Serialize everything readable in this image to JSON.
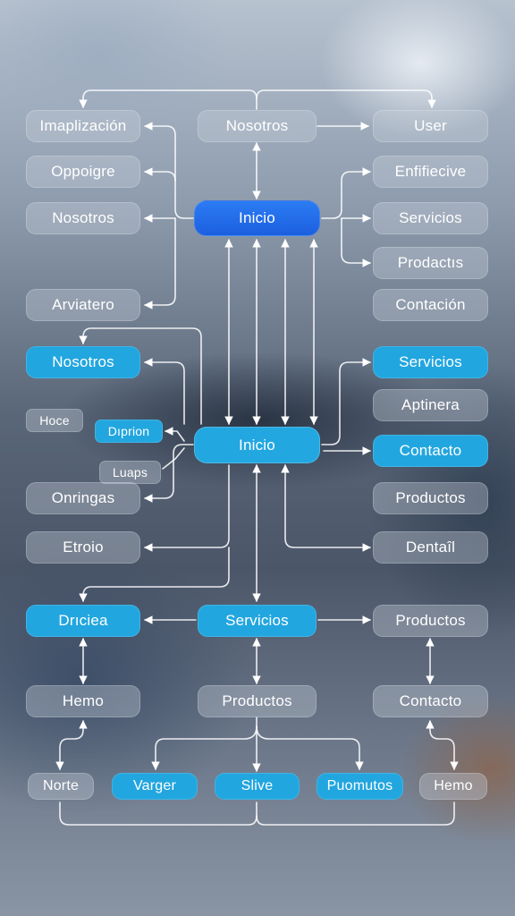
{
  "nodes": {
    "implementacion": "Imaplización",
    "nosotros_top": "Nosotros",
    "user": "User",
    "oppoigre": "Oppoigre",
    "enfifiecive": "Enfifiecive",
    "nosotros_left": "Nosotros",
    "inicio_top": "Inicio",
    "servicios_right_top": "Servicios",
    "prodactis": "Prodactıs",
    "arviatero": "Arviatero",
    "contacion": "Contación",
    "nosotros_mid": "Nosotros",
    "servicios_mid": "Servicios",
    "hoce": "Hoce",
    "aptinera": "Aptinera",
    "diprion": "Dıprion",
    "inicio_mid": "Inicio",
    "contacto_mid": "Contacto",
    "luaps": "Luaps",
    "onringas": "Onringas",
    "productos_mid": "Productos",
    "etroio": "Etroio",
    "dentail": "Dentaîl",
    "briciea": "Drıciea",
    "servicios_low": "Servicios",
    "productos_low_right": "Productos",
    "hemo_left": "Hemo",
    "productos_low_center": "Productos",
    "contacto_low": "Contacto",
    "norte": "Norte",
    "varger": "Varger",
    "slive": "Slive",
    "puomutos": "Puomutos",
    "hemo_right": "Hemo"
  },
  "colors": {
    "primary_blue": "#1c5fe0",
    "accent_cyan": "#22a6df",
    "node_glass": "#c8d0da",
    "connector": "#ffffff"
  }
}
